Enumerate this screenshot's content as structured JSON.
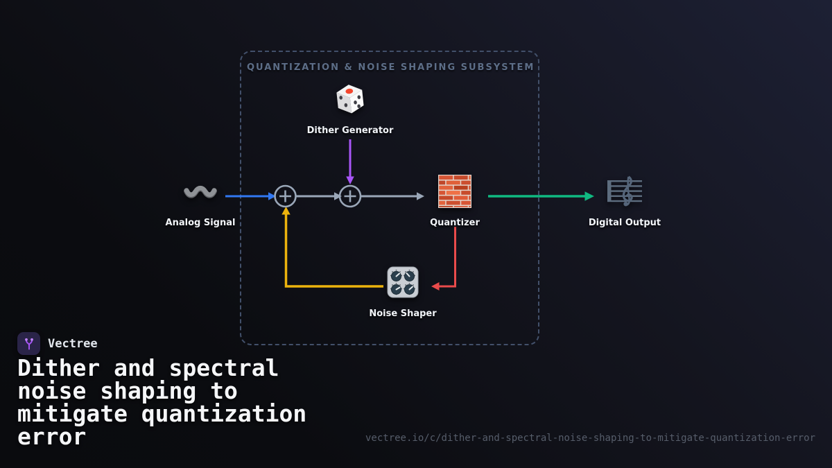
{
  "brand": {
    "name": "Vectree",
    "logo_icon": "vectree-branch-icon",
    "logo_purple": "#a855f7"
  },
  "card": {
    "title": "Dither and spectral noise shaping to mitigate quantization error",
    "url": "vectree.io/c/dither-and-spectral-noise-shaping-to-mitigate-quantization-error"
  },
  "subsystem": {
    "label": "QUANTIZATION & NOISE SHAPING SUBSYSTEM"
  },
  "nodes": {
    "dither": {
      "label": "Dither Generator",
      "icon": "dice-icon"
    },
    "analog": {
      "label": "Analog Signal",
      "icon": "wave-icon"
    },
    "sum1": {
      "label": "+",
      "icon": "sum-junction-icon"
    },
    "sum2": {
      "label": "+",
      "icon": "sum-junction-icon"
    },
    "quantizer": {
      "label": "Quantizer",
      "icon": "brick-wall-icon"
    },
    "noise_shaper": {
      "label": "Noise Shaper",
      "icon": "control-knobs-icon"
    },
    "digital": {
      "label": "Digital Output",
      "icon": "musical-score-icon"
    }
  },
  "colors": {
    "wire_analog_in": "#3178f2",
    "wire_internal": "#9aa7b8",
    "wire_dither": "#a855f7",
    "wire_output": "#10b981",
    "wire_error_feedback": "#ea4b4b",
    "wire_shaped_return": "#ecb30d",
    "junction": "#9aa7b8",
    "boundary": "#42506a"
  }
}
